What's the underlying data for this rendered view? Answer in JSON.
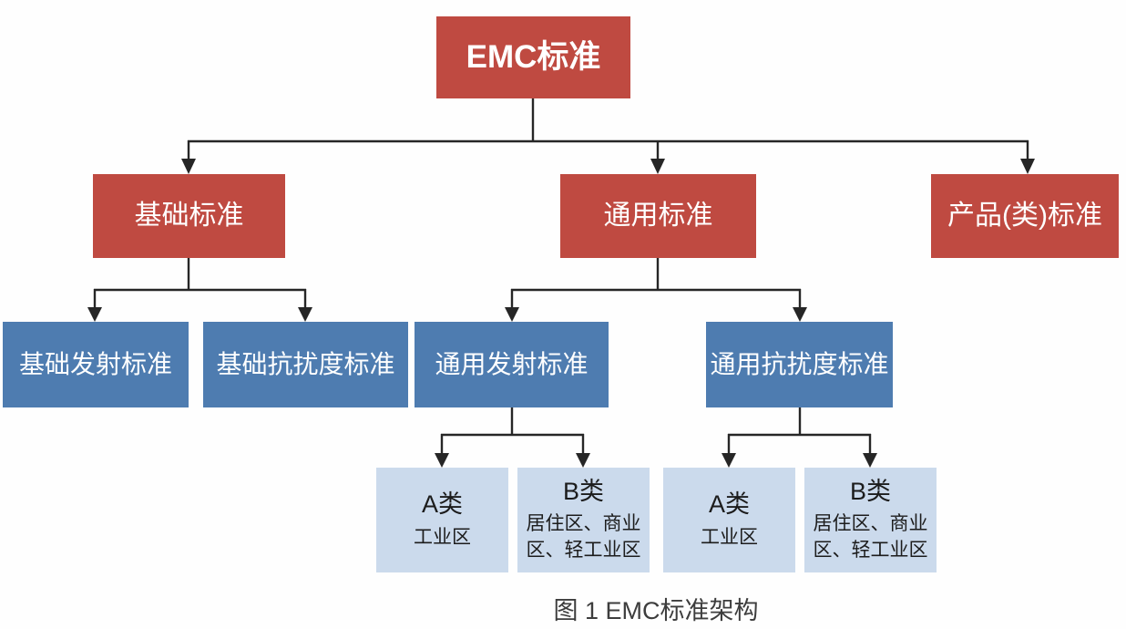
{
  "diagram": {
    "caption": "图 1  EMC标准架构",
    "colors": {
      "red": "#bf4a41",
      "blue": "#4e7cb0",
      "light_blue": "#cbdaec",
      "line": "#262626",
      "text_on_color": "#ffffff",
      "text_dark": "#1c1c1c",
      "caption_text": "#3d3d3d"
    },
    "nodes": {
      "root": {
        "label": "EMC标准"
      },
      "basic": {
        "label": "基础标准"
      },
      "generic": {
        "label": "通用标准"
      },
      "product": {
        "label": "产品(类)标准"
      },
      "basic_emission": {
        "label": "基础发射标准"
      },
      "basic_immunity": {
        "label": "基础抗扰度标准"
      },
      "generic_emission": {
        "label": "通用发射标准"
      },
      "generic_immunity": {
        "label": "通用抗扰度标准"
      },
      "class_a_emission": {
        "title": "A类",
        "subtitle": "工业区"
      },
      "class_b_emission": {
        "title": "B类",
        "subtitle": "居住区、商业区、轻工业区"
      },
      "class_a_immunity": {
        "title": "A类",
        "subtitle": "工业区"
      },
      "class_b_immunity": {
        "title": "B类",
        "subtitle": "居住区、商业区、轻工业区"
      }
    }
  }
}
